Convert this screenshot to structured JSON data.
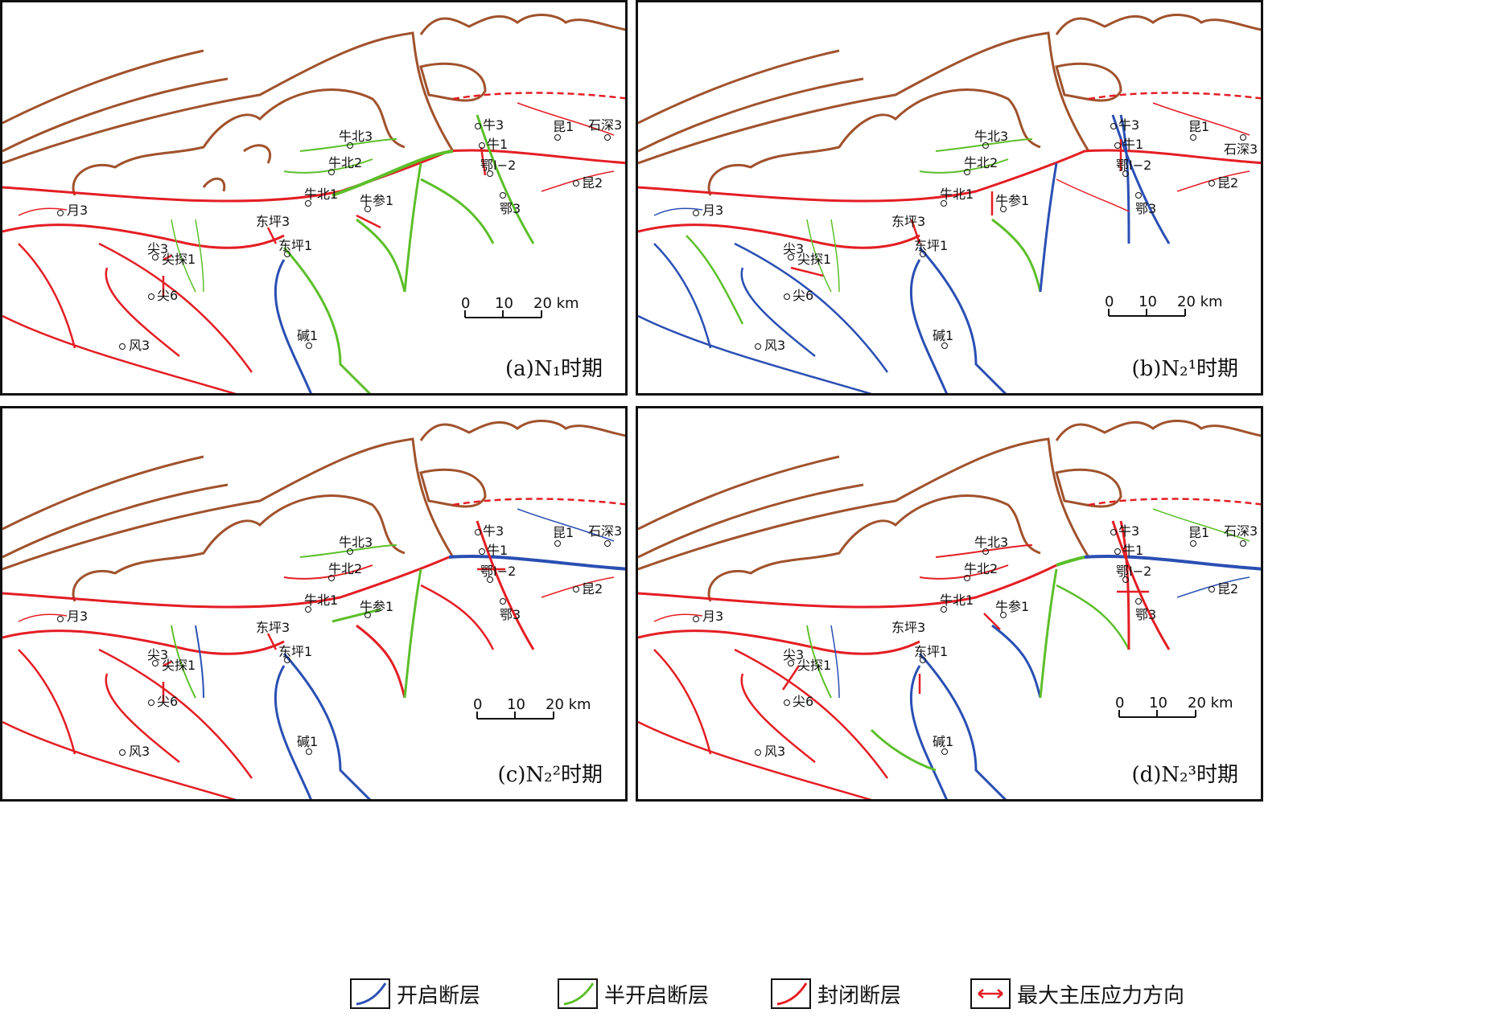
{
  "panels": [
    {
      "caption": "(a)N₁时期"
    },
    {
      "caption": "(b)N₂¹时期"
    },
    {
      "caption": "(c)N₂²时期"
    },
    {
      "caption": "(d)N₂³时期"
    }
  ],
  "wells": [
    "牛3",
    "牛1",
    "鄂I−2",
    "鄂I−2",
    "鄂I−2",
    "鄂I−2",
    "鄂I−2",
    "鄂I−2",
    "鄂I−2",
    "鄂I−2",
    "鄂I−2",
    "鄂I−2"
  ],
  "well_names": {
    "niu3": "牛3",
    "niu1": "牛1",
    "e12": "鄂I−2",
    "e3": "鄂3",
    "kun1": "昆1",
    "kun2": "昆2",
    "shishen3": "石深3",
    "niubei3": "牛北3",
    "niubei2": "牛北2",
    "niubei1": "牛北1",
    "niucan1": "牛参1",
    "yue3": "月3",
    "dongping3": "东坪3",
    "dongping1": "东坪1",
    "jian3": "尖3",
    "jiantan1": "尖探1",
    "jian6": "尖6",
    "jian1": "碱1",
    "feng3": "风3"
  },
  "scale_bar": {
    "ticks": [
      "0",
      "10",
      "20 km"
    ]
  },
  "legend": [
    {
      "label": "开启断层",
      "color": "#2a4fb3"
    },
    {
      "label": "半开启断层",
      "color": "#5cbf2a"
    },
    {
      "label": "封闭断层",
      "color": "#e31e24"
    },
    {
      "label": "最大主压应力方向",
      "color": "#e31e24"
    }
  ],
  "colors": {
    "boundary": "#a0522d",
    "open": "#2a4fb3",
    "semi": "#5cbf2a",
    "closed": "#e31e24"
  }
}
